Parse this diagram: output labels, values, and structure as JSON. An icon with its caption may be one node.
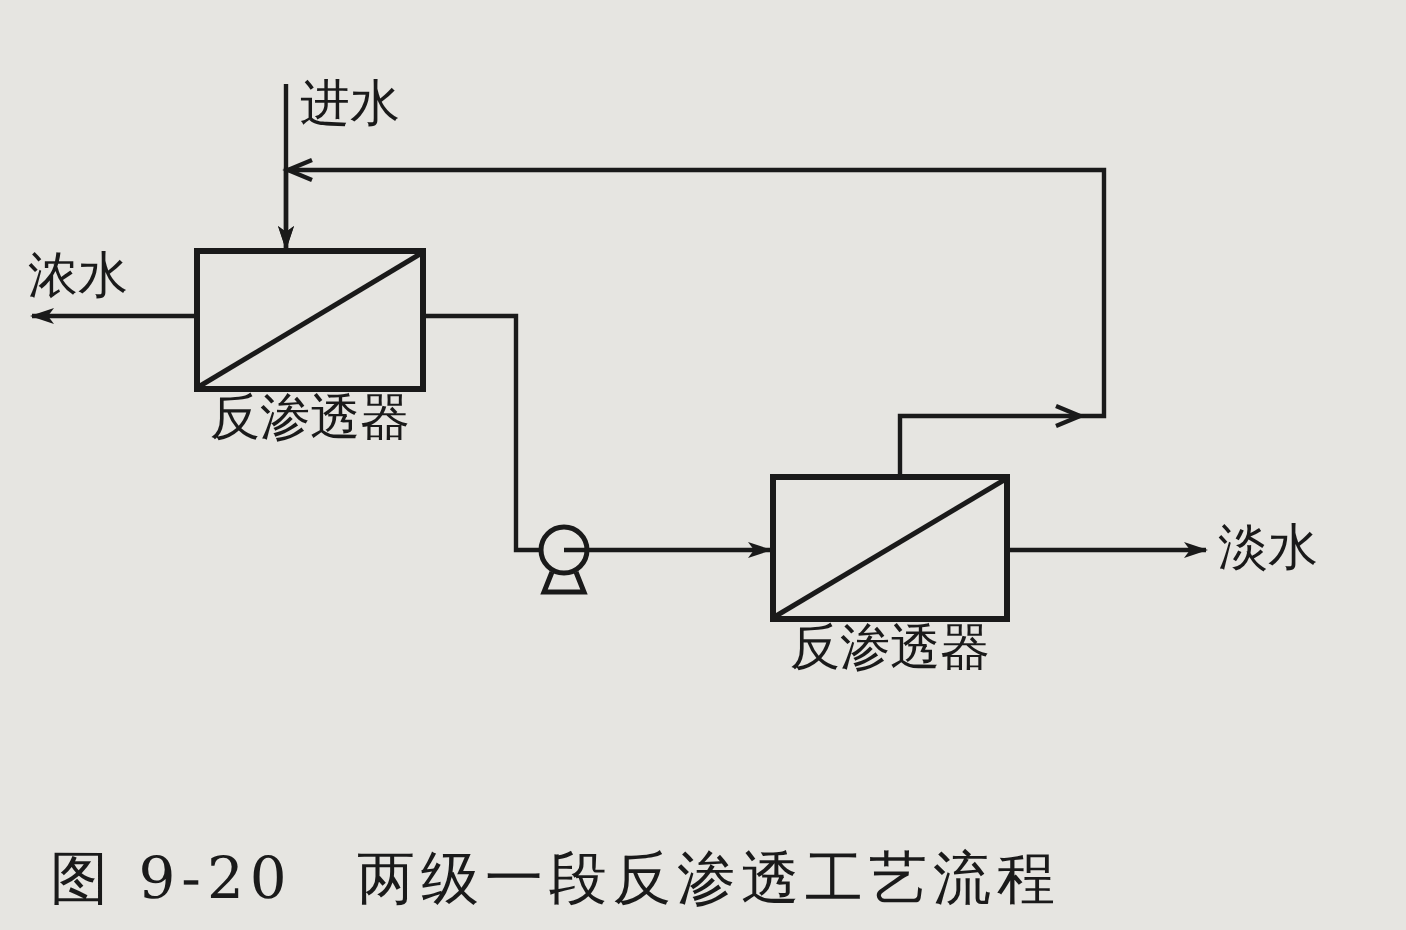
{
  "diagram": {
    "caption": "图 9-20　两级一段反渗透工艺流程",
    "nodes": [
      {
        "text": [
          "进水"
        ]
      },
      {
        "text": [
          "浓水"
        ]
      },
      {
        "text": [
          "反渗透器"
        ]
      },
      {
        "text": [],
        "shape": "circle"
      },
      {
        "text": [
          "反渗透器"
        ]
      },
      {
        "text": [
          "淡水"
        ]
      }
    ],
    "edges": [
      {
        "from": 0,
        "to": 2,
        "arrow": "to"
      },
      {
        "from": 2,
        "to": 1,
        "arrow": "to"
      },
      {
        "from": 2,
        "to": 3,
        "arrow": "none"
      },
      {
        "from": 3,
        "to": 4,
        "arrow": "to"
      },
      {
        "from": 4,
        "to": 5,
        "arrow": "to"
      },
      {
        "from": 4,
        "to": 2,
        "arrow": "to"
      }
    ]
  }
}
